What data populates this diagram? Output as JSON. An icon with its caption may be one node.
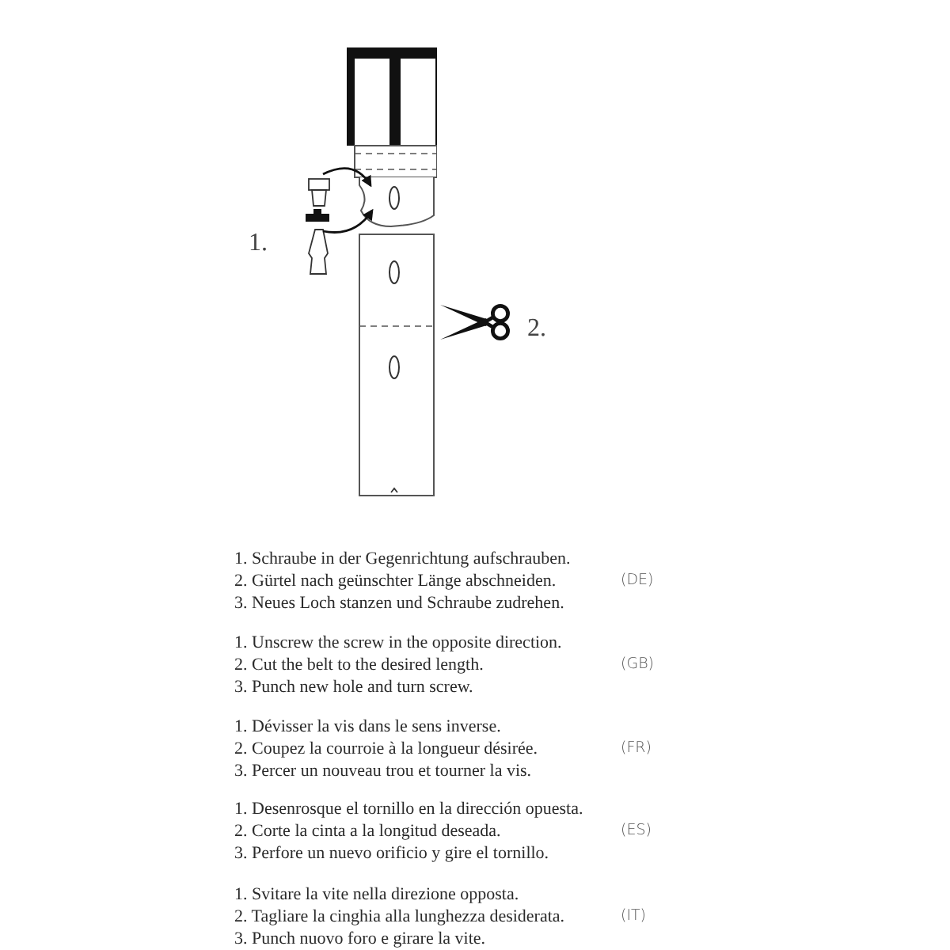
{
  "diagram": {
    "labels": [
      "1.",
      "2.",
      "1. Schraube in der Gegenrichtung aufschrauben.",
      "2. Gürtel nach geünschter Länge abschneiden.",
      "(DE)",
      "3. Neues Loch stanzen und Schraube zudrehen.",
      "1. Unscrew the screw in the opposite direction.",
      "2. Cut the belt to the desired length.",
      "(GB)",
      "3. Punch new hole and turn screw.",
      "1. Dévisser la vis dans le sens inverse.",
      "2. Coupez la courroie à la longueur désirée.",
      "(FR)",
      "3. Percer un nouveau trou et tourner la vis.",
      "1. Desenrosque el tornillo en la dirección opuesta.",
      "2. Corte la cinta a la longitud deseada.",
      "(ES)",
      "3. Perfore un nuevo orificio y gire el tornillo.",
      "1. Svitare la vite nella direzione opposta.",
      "2. Tagliare la cinghia alla lunghezza desiderata.",
      "(IT)",
      "3. Punch nuovo foro e girare la vite."
    ]
  }
}
